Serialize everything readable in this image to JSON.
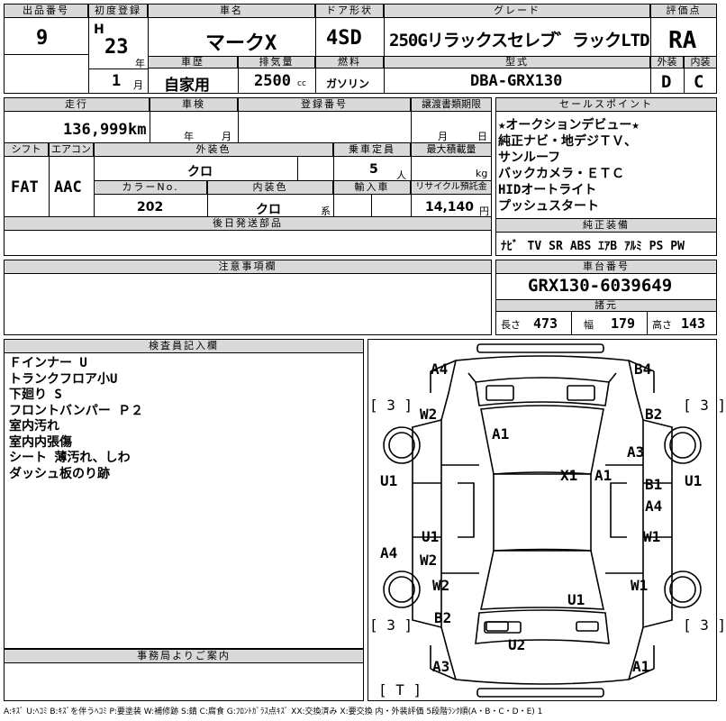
{
  "header": {
    "lot_no_label": "出品番号",
    "lot_no": "9",
    "first_reg_label": "初度登録",
    "era": "H",
    "year": "23",
    "year_unit": "年",
    "month": "1",
    "month_unit": "月",
    "car_name_label": "車名",
    "car_name": "マークX",
    "door_label": "ドア形状",
    "door": "4SD",
    "grade_label": "グレード",
    "grade": "250Gリラックスセレブ゛ラックLTD",
    "score_label": "評価点",
    "score": "RA",
    "history_label": "車歴",
    "history": "自家用",
    "displacement_label": "排気量",
    "displacement": "2500",
    "displacement_unit": "cc",
    "fuel_label": "燃料",
    "fuel": "ガソリン",
    "model_label": "型式",
    "model": "DBA-GRX130",
    "ext_label": "外装",
    "ext_score": "D",
    "int_label": "内装",
    "int_score": "C"
  },
  "mid": {
    "mileage_label": "走行",
    "mileage": "136,999",
    "mileage_unit": "km",
    "inspection_label": "車検",
    "insp_year_unit": "年",
    "insp_month_unit": "月",
    "reg_no_label": "登録番号",
    "transfer_label": "譲渡書類期限",
    "transfer_month_unit": "月",
    "transfer_day_unit": "日",
    "shift_label": "シフト",
    "shift": "FAT",
    "ac_label": "エアコン",
    "ac": "AAC",
    "color_label": "外装色",
    "color": "クロ",
    "capacity_label": "乗車定員",
    "capacity": "5",
    "capacity_unit": "人",
    "load_label": "最大積載量",
    "load_unit": "kg",
    "color_no_label": "カラーNo.",
    "color_no": "202",
    "interior_label": "内装色",
    "interior": "クロ",
    "interior_unit": "系",
    "import_label": "輸入車",
    "recycle_label": "リサイクル預託金",
    "recycle": "14,140",
    "recycle_unit": "円",
    "later_label": "後日発送部品"
  },
  "sales": {
    "label": "セールスポイント",
    "lines": [
      "★オークションデビュー★",
      "純正ナビ・地デジＴＶ、",
      "サンルーフ",
      "バックカメラ・ＥＴＣ",
      "HIDオートライト",
      "プッシュスタート"
    ]
  },
  "equipment": {
    "label": "純正装備",
    "items": [
      "ﾅﾋﾞ",
      "TV",
      "SR",
      "ABS",
      "ｴｱB",
      "ｱﾙﾐ",
      "PS",
      "PW"
    ]
  },
  "notes": {
    "label": "注意事項欄"
  },
  "chassis": {
    "label": "車台番号",
    "number": "GRX130-6039649",
    "spec_label": "諸元",
    "length_label": "長さ",
    "length": "473",
    "width_label": "幅",
    "width": "179",
    "height_label": "高さ",
    "height": "143"
  },
  "inspector": {
    "label": "検査員記入欄",
    "lines": [
      "Ｆインナー U",
      "トランクフロア小U",
      "下廻り S",
      "フロントバンパー Ｐ２",
      "室内汚れ",
      "室内内張傷",
      "シート 薄汚れ、しわ",
      "ダッシュ板のり跡"
    ]
  },
  "office": {
    "label": "事務局よりご案内"
  },
  "diagram": {
    "marks": [
      "A4",
      "B4",
      "W2",
      "B2",
      "A1",
      "A3",
      "U1",
      "X1",
      "A1",
      "B1",
      "U1",
      "A4",
      "U1",
      "W1",
      "A4",
      "W2",
      "W2",
      "W1",
      "U1",
      "B2",
      "U2",
      "A3",
      "A1"
    ],
    "brackets": [
      "[ 3 ]",
      "[ 3 ]",
      "[ 3 ]",
      "[ 3 ]",
      "[ T ]"
    ]
  },
  "legend": "A:ｷｽﾞ U:ﾍｺﾐ B:ｷｽﾞを伴うﾍｺﾐ P:要塗装 W:補修跡 S:錆 C:腐食 G:ﾌﾛﾝﾄｶﾞﾗｽ点ｷｽﾞ XX:交換済み X:要交換 内・外装評価 5段階ﾗﾝｸ順(A・B・C・D・E) 1"
}
